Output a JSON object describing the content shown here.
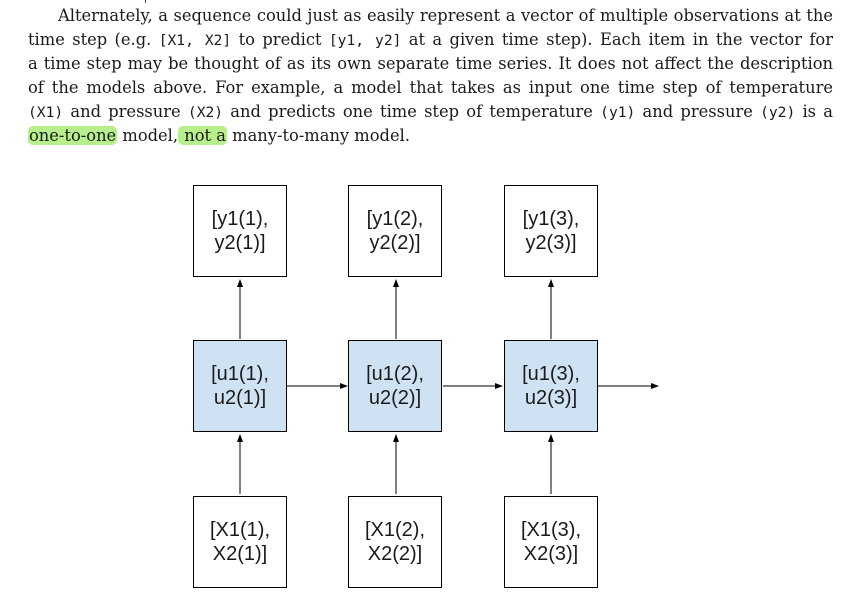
{
  "paragraph": {
    "line1": "Alternately, a sequence could just as easily represent a vector of multiple observations at the",
    "line2_a": "time step (e.g. ",
    "line2_code1": "[X1, X2]",
    "line2_b": " to predict ",
    "line2_code2": "[y1, y2]",
    "line2_c": " at a given time step). Each item in the vector for",
    "line3": "a time step may be thought of as its own separate time series. It does not affect the description",
    "line4": "of the models above. For example, a model that takes as input one time step of temperature",
    "line5_code1": "(X1)",
    "line5_a": " and pressure ",
    "line5_code2": "(X2)",
    "line5_b": " and predicts one time step of temperature ",
    "line5_code3": "(y1)",
    "line5_c": " and pressure ",
    "line5_code4": "(y2)",
    "line5_d": " is a",
    "line6_hl1": "one-to-one",
    "line6_a": " model,",
    "line6_hl2": " not a",
    "line6_b": " many-to-many model."
  },
  "diagram": {
    "outputs": [
      {
        "line1": "[y1(1),",
        "line2": "y2(1)]"
      },
      {
        "line1": "[y1(2),",
        "line2": "y2(2)]"
      },
      {
        "line1": "[y1(3),",
        "line2": "y2(3)]"
      }
    ],
    "hidden": [
      {
        "line1": "[u1(1),",
        "line2": "u2(1)]"
      },
      {
        "line1": "[u1(2),",
        "line2": "u2(2)]"
      },
      {
        "line1": "[u1(3),",
        "line2": "u2(3)]"
      }
    ],
    "inputs": [
      {
        "line1": "[X1(1),",
        "line2": "X2(1)]"
      },
      {
        "line1": "[X1(2),",
        "line2": "X2(2)]"
      },
      {
        "line1": "[X1(3),",
        "line2": "X2(3)]"
      }
    ],
    "colors": {
      "hidden_fill": "#cfe2f3",
      "highlight": "#b7ef8d",
      "stroke": "#000000"
    }
  }
}
